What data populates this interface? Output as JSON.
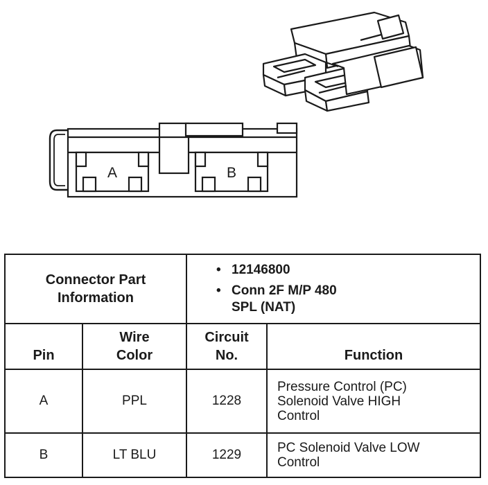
{
  "connector": {
    "pin_labels": [
      "A",
      "B"
    ]
  },
  "table": {
    "part_info_label": "Connector Part\nInformation",
    "part_items": [
      "12146800",
      "Conn 2F M/P 480\nSPL (NAT)"
    ],
    "bullet": "•",
    "headers": {
      "pin": "Pin",
      "wire_color": "Wire\nColor",
      "circuit": "Circuit\nNo.",
      "function": "Function"
    },
    "rows": [
      {
        "pin": "A",
        "wire_color": "PPL",
        "circuit": "1228",
        "function": "Pressure Control (PC)\nSolenoid Valve HIGH\nControl"
      },
      {
        "pin": "B",
        "wire_color": "LT BLU",
        "circuit": "1229",
        "function": "PC Solenoid Valve LOW\nControl"
      }
    ]
  }
}
